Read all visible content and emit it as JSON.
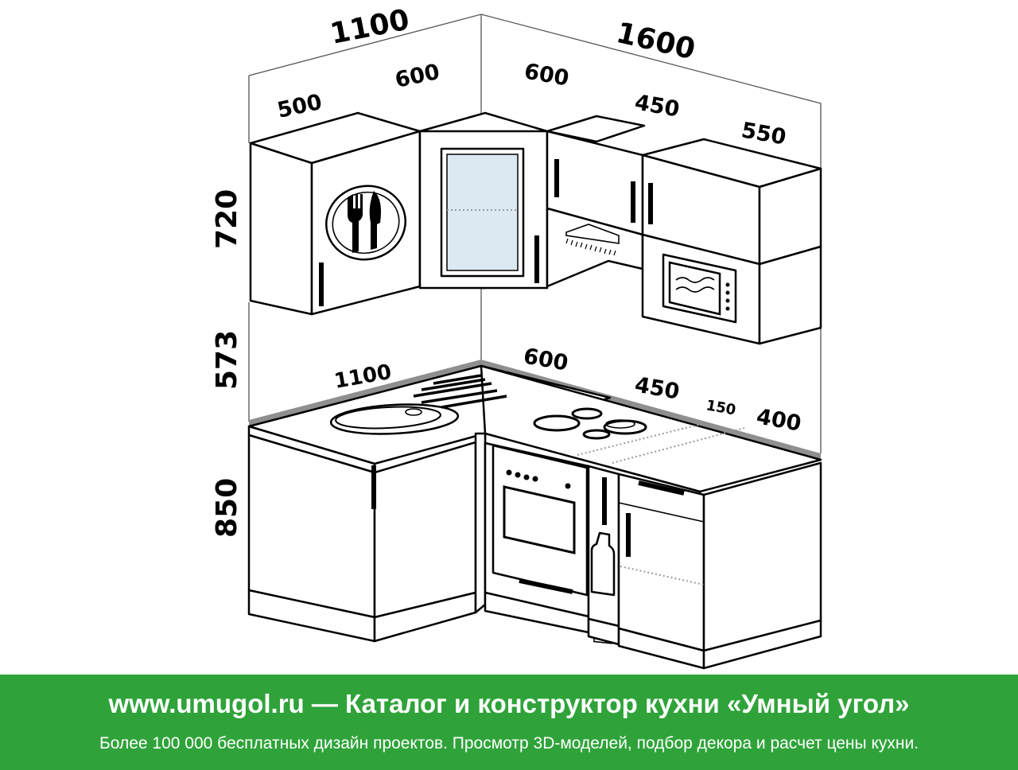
{
  "dimensions": {
    "top_total_left": "1100",
    "top_total_right": "1600",
    "top_left_1": "500",
    "top_left_2": "600",
    "top_right_1": "600",
    "top_right_2": "450",
    "top_right_3": "550",
    "height_upper": "720",
    "height_gap": "573",
    "height_base": "850",
    "counter_left": "1100",
    "counter_right_1": "600",
    "counter_right_2": "450",
    "counter_right_3": "150",
    "counter_right_4": "400"
  },
  "footer": {
    "title": "www.umugol.ru — Каталог и конструктор кухни «Умный угол»",
    "subtitle": "Более 100 000 бесплатных дизайн проектов. Просмотр 3D-моделей, подбор декора и расчет цены кухни."
  },
  "colors": {
    "footer_bg": "#2fa33a",
    "footer_text": "#ffffff",
    "countertop_edge": "#8f8f8f"
  }
}
